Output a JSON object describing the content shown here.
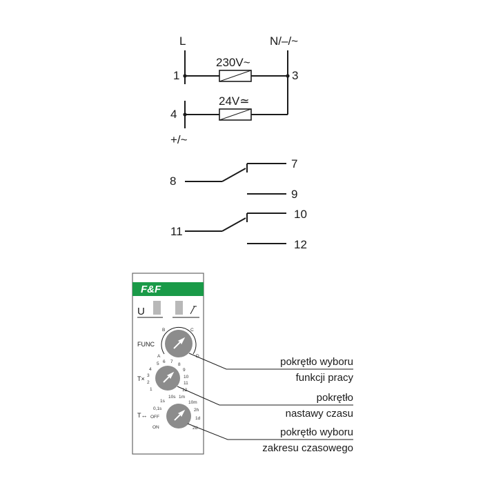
{
  "wiring": {
    "terminal_L": "L",
    "terminal_N": "N/–/~",
    "terminal_1": "1",
    "terminal_3": "3",
    "terminal_4": "4",
    "terminal_plus": "+/~",
    "coil_230_label": "230V~",
    "coil_24_label": "24V≃"
  },
  "contacts": {
    "t7": "7",
    "t8": "8",
    "t9": "9",
    "t10": "10",
    "t11": "11",
    "t12": "12"
  },
  "device": {
    "brand": "F&F",
    "u_label": "U",
    "func_label": "FUNC",
    "tx_label": "T×",
    "trange_label": "T↔",
    "func_scale": {
      "b": "B",
      "c": "C",
      "a": "A",
      "d": "D"
    },
    "time_scale": {
      "s1": "1",
      "s2": "2",
      "s3": "3",
      "s4": "4",
      "s5": "5",
      "s6": "6",
      "s7": "7",
      "s8": "8",
      "s9": "9",
      "s10": "10",
      "s11": "11",
      "s12": "12"
    },
    "range_scale": {
      "off": "OFF",
      "on": "ON",
      "r01s": "0,1s",
      "r1s": "1s",
      "r10s": "10s",
      "r1m": "1m",
      "r10m": "10m",
      "r2h": "2h",
      "r1d": "1d",
      "r2d": "2d"
    }
  },
  "callouts": {
    "func_line1": "pokrętło wyboru",
    "func_line2": "funkcji pracy",
    "time_line1": "pokrętło",
    "time_line2": "nastawy czasu",
    "range_line1": "pokrętło wyboru",
    "range_line2": "zakresu czasowego"
  },
  "colors": {
    "brand_green": "#1a9a48",
    "knob_grey": "#8c8c8c",
    "indicator_grey": "#b8b8b8"
  }
}
